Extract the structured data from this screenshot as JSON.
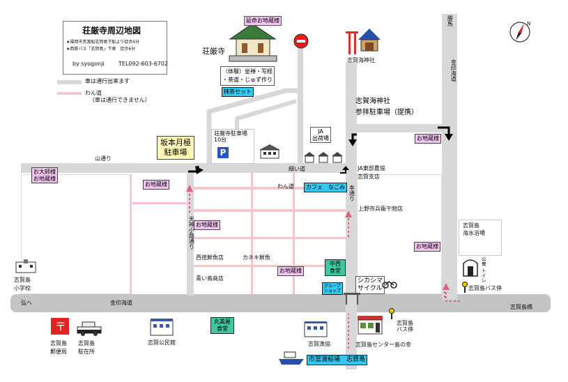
{
  "info": {
    "title": "荘厳寺周辺地図",
    "note1": "★福岡市営渡船志賀島下船より徒歩6分",
    "note2": "★西鉄バス「志賀島」下車　徒歩6分",
    "byline": "by syogonji",
    "tel": "TEL092-603-6702"
  },
  "legend": {
    "road": "車は通行出来ます",
    "path": "わん道",
    "path_note": "（車は通行できません）"
  },
  "roads": {
    "kinin_kaido": "金印海道",
    "kinin_kaido_right": "金印海道",
    "yama_dori": "山通り",
    "hoso_michi": "細い道",
    "wan_michi": "わん道",
    "hon_dori": "本通り",
    "tenjin": "天神小路通り",
    "katsuma": "勝馬",
    "hiro": "弘へ",
    "bridge": "志賀島橋"
  },
  "places": {
    "temple": "荘厳寺",
    "enmei_jizo": "延命お地蔵様",
    "experience": "（体験）坐禅・写経\n・茶道・じゅず作り",
    "matcha": "抹茶セット",
    "shikaumi_shrine": "志賀海神社",
    "shrine_parking": "志賀海神社\n参拝駐車場（提携）",
    "sakamoto_parking": "坂本月極\n駐車場",
    "temple_parking": "荘厳寺駐車場\n10台",
    "parking_symbol": "P",
    "ja": "JA\n出荷場",
    "ja_bank": "JA東部農協\n志賀支店",
    "cafe": "カフェ　なごみ",
    "ueno": "上野市兵衛干物店",
    "nishitoku": "西徳鮮魚店",
    "kaneki": "カネキ鮮魚",
    "aoi": "青い鳥商店",
    "nakanishi": "中西\n食堂",
    "group": "グループ\nショップ",
    "shikashima_cycle": "シカシマ\nサイクル",
    "marumiya": "丸美屋\n食堂",
    "beach": "志賀島\n海水浴場",
    "toilet_label": "公衆\nトイレ",
    "bus_stop_main": "志賀島バス停",
    "bus_stop2": "志賀島\nバス停",
    "school": "志賀島\n小学校",
    "post_office": "志賀島\n郵便局",
    "police": "志賀島\n駐在所",
    "kominkan": "志賀公民館",
    "gyokyo": "志賀漁協",
    "center": "志賀島センター島の幸",
    "ferry": "市営渡船場　志賀島"
  },
  "jizo": {
    "ojizo1": "お大師様\nお地蔵様",
    "ojizo2": "お地蔵様",
    "ojizo3": "お地蔵様",
    "ojizo4": "お地蔵様",
    "ojizo5": "お地蔵様",
    "ojizo6": "お地蔵様"
  },
  "colors": {
    "road": "#d8d8d8",
    "path": "#f3c7cc",
    "jizo": "#f3c4f0",
    "parking_label": "#fff7b8",
    "shop_blue": "#33c8f0",
    "shop_green": "#3ec9a1",
    "arrow_pink": "#d9667a"
  }
}
